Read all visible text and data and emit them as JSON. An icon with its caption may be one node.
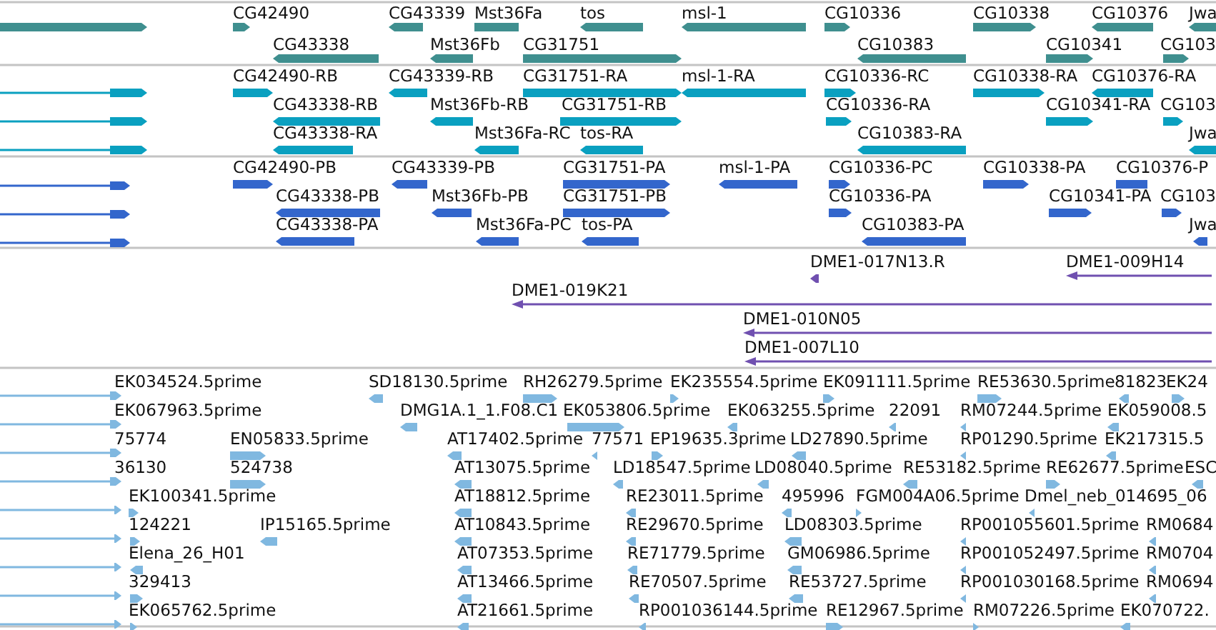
{
  "diagram": {
    "labels": [
      "CG42490",
      "CG43339",
      "Mst36Fa",
      "tos",
      "msl-1",
      "CG10336",
      "CG10338",
      "CG10376",
      "Jwa",
      "CG43338",
      "Mst36Fb",
      "CG31751",
      "CG10383",
      "CG10341",
      "CG103",
      "CG42490-RB",
      "CG43339-RB",
      "CG31751-RA",
      "msl-1-RA",
      "CG10336-RC",
      "CG10338-RA",
      "CG10376-RA",
      "CG43338-RB",
      "Mst36Fb-RB",
      "CG31751-RB",
      "CG10336-RA",
      "CG10341-RA",
      "CG103",
      "CG43338-RA",
      "Mst36Fa-RC",
      "tos-RA",
      "CG10383-RA",
      "Jwa",
      "CG42490-PB",
      "CG43339-PB",
      "CG31751-PA",
      "msl-1-PA",
      "CG10336-PC",
      "CG10338-PA",
      "CG10376-P",
      "CG43338-PB",
      "Mst36Fb-PB",
      "CG31751-PB",
      "CG10336-PA",
      "CG10341-PA",
      "CG103",
      "CG43338-PA",
      "Mst36Fa-PC",
      "tos-PA",
      "CG10383-PA",
      "Jwa",
      "DME1-017N13.R",
      "DME1-009H14",
      "DME1-019K21",
      "DME1-010N05",
      "DME1-007L10",
      "EK034524.5prime",
      "SD18130.5prime",
      "RH26279.5prime",
      "EK235554.5prime",
      "EK091111.5prime",
      "RE53630.5prime",
      "81823",
      "EK24",
      "EK067963.5prime",
      "DMG1A.1_1.F08.C1",
      "EK053806.5prime",
      "EK063255.5prime",
      "22091",
      "RM07244.5prime",
      "EK059008.5",
      "75774",
      "EN05833.5prime",
      "AT17402.5prime",
      "77571",
      "EP19635.3prime",
      "LD27890.5prime",
      "RP01290.5prime",
      "EK217315.5",
      "36130",
      "524738",
      "AT13075.5prime",
      "LD18547.5prime",
      "LD08040.5prime",
      "RE53182.5prime",
      "RE62677.5prime",
      "ESC",
      "EK100341.5prime",
      "AT18812.5prime",
      "RE23011.5prime",
      "495996",
      "FGM004A06.5prime",
      "Dmel_neb_014695_06",
      "124221",
      "IP15165.5prime",
      "AT10843.5prime",
      "RE29670.5prime",
      "LD08303.5prime",
      "RP001055601.5prime",
      "RM0684",
      "Elena_26_H01",
      "AT07353.5prime",
      "RE71779.5prime",
      "GM06986.5prime",
      "RP001052497.5prime",
      "RM0704",
      "329413",
      "AT13466.5prime",
      "RE70507.5prime",
      "RE53727.5prime",
      "RP001030168.5prime",
      "RM0694",
      "EK065762.5prime",
      "AT21661.5prime",
      "RP001036144.5prime",
      "RE12967.5prime",
      "RM07226.5prime",
      "EK070722."
    ]
  }
}
